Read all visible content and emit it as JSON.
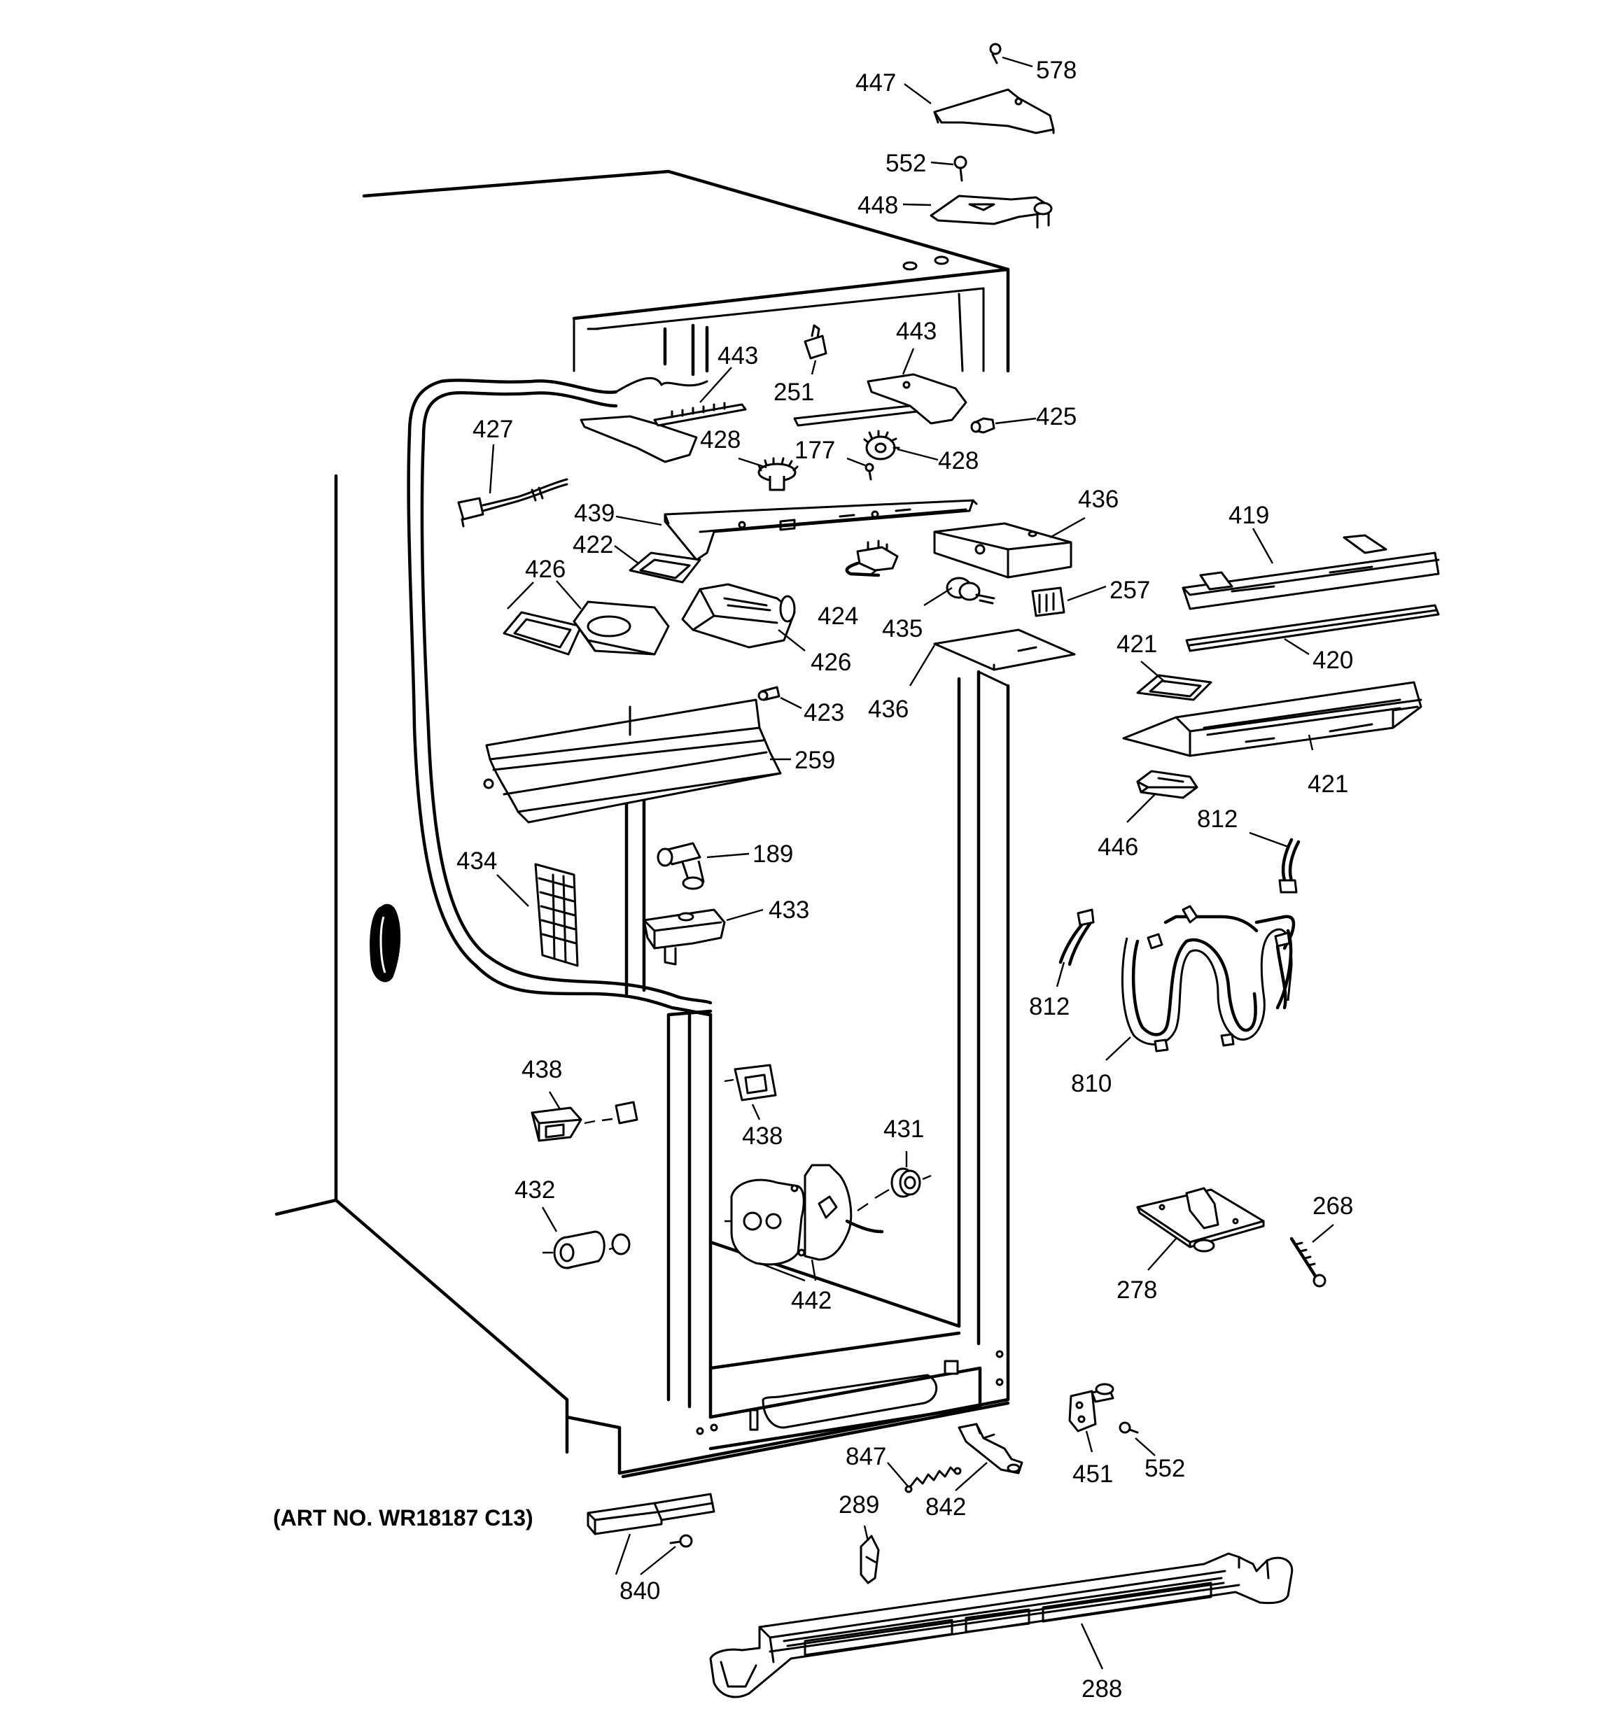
{
  "art_number": "(ART NO. WR18187 C13)",
  "callouts": {
    "c578": "578",
    "c447": "447",
    "c552a": "552",
    "c448": "448",
    "c443a": "443",
    "c251": "251",
    "c443b": "443",
    "c425": "425",
    "c427": "427",
    "c428a": "428",
    "c177": "177",
    "c428b": "428",
    "c439": "439",
    "c436a": "436",
    "c419": "419",
    "c422": "422",
    "c426a": "426",
    "c424": "424",
    "c257": "257",
    "c435": "435",
    "c426b": "426",
    "c421a": "421",
    "c420": "420",
    "c436b": "436",
    "c423": "423",
    "c259": "259",
    "c421b": "421",
    "c446": "446",
    "c812a": "812",
    "c189": "189",
    "c434": "434",
    "c433": "433",
    "c812b": "812",
    "c810": "810",
    "c438a": "438",
    "c438b": "438",
    "c431": "431",
    "c432": "432",
    "c442": "442",
    "c268": "268",
    "c278": "278",
    "c847": "847",
    "c451": "451",
    "c552b": "552",
    "c289": "289",
    "c842": "842",
    "c840": "840",
    "c288": "288"
  }
}
